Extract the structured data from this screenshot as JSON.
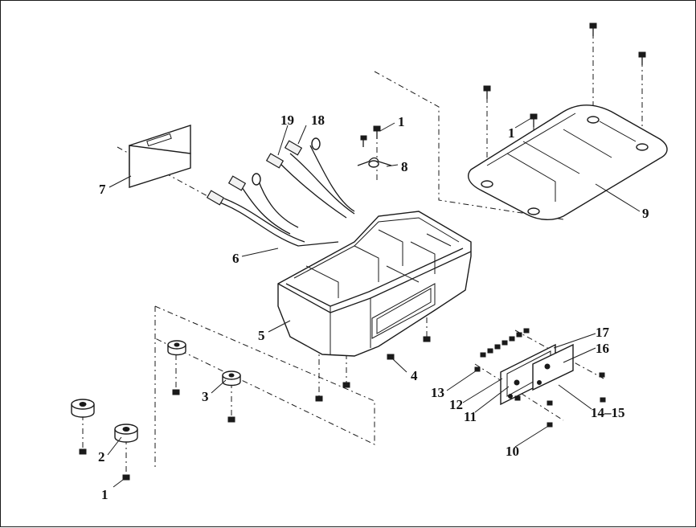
{
  "callouts": [
    {
      "id": "c1a",
      "text": "1"
    },
    {
      "id": "c1b",
      "text": "1"
    },
    {
      "id": "c1c",
      "text": "1"
    },
    {
      "id": "c2",
      "text": "2"
    },
    {
      "id": "c3",
      "text": "3"
    },
    {
      "id": "c4",
      "text": "4"
    },
    {
      "id": "c5",
      "text": "5"
    },
    {
      "id": "c6",
      "text": "6"
    },
    {
      "id": "c7",
      "text": "7"
    },
    {
      "id": "c8",
      "text": "8"
    },
    {
      "id": "c9",
      "text": "9"
    },
    {
      "id": "c10",
      "text": "10"
    },
    {
      "id": "c11",
      "text": "11"
    },
    {
      "id": "c12",
      "text": "12"
    },
    {
      "id": "c13",
      "text": "13"
    },
    {
      "id": "c14",
      "text": "14–15"
    },
    {
      "id": "c16",
      "text": "16"
    },
    {
      "id": "c17",
      "text": "17"
    },
    {
      "id": "c18",
      "text": "18"
    },
    {
      "id": "c19",
      "text": "19"
    }
  ]
}
